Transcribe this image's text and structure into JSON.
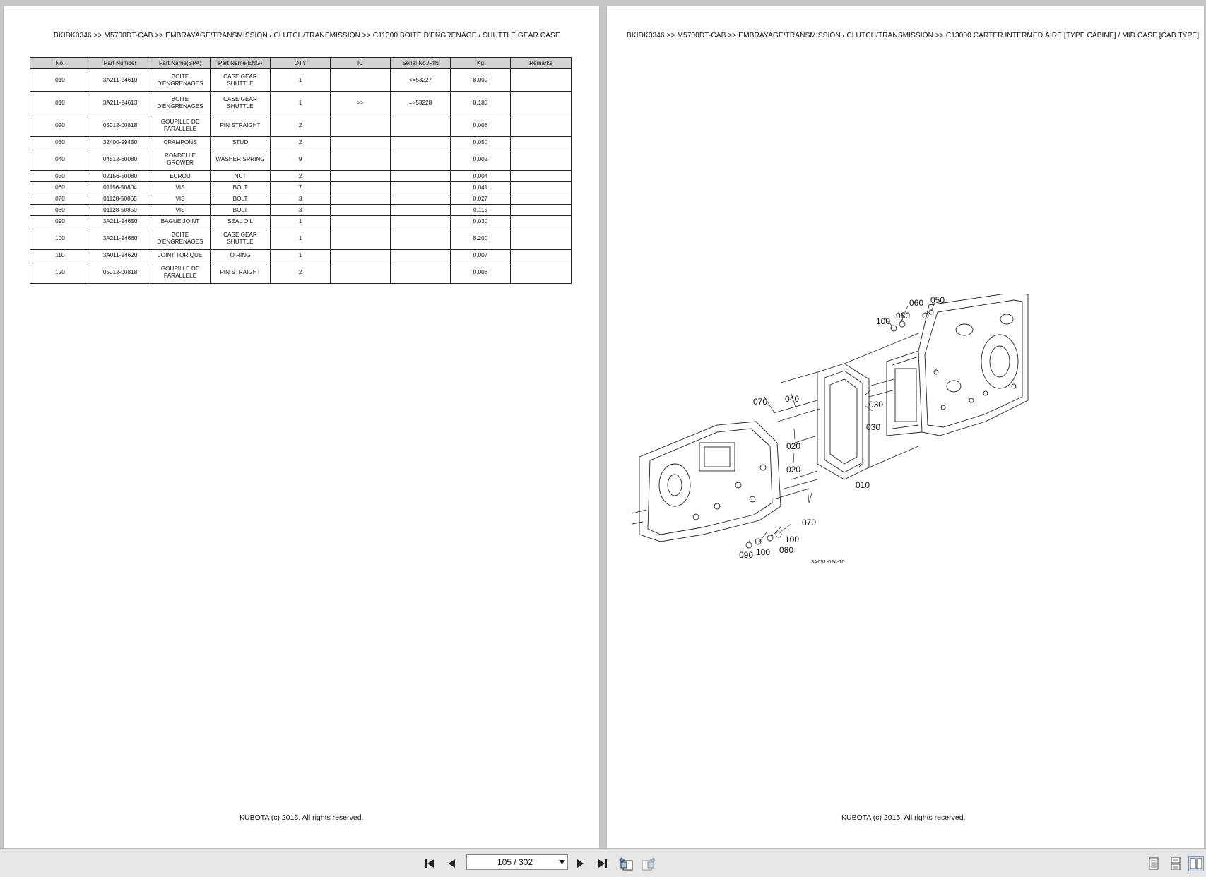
{
  "left_page": {
    "breadcrumb": "BKIDK0346 >> M5700DT-CAB >> EMBRAYAGE/TRANSMISSION / CLUTCH/TRANSMISSION >> C11300   BOITE D'ENGRENAGE / SHUTTLE GEAR CASE",
    "table": {
      "headers": [
        "No.",
        "Part Number",
        "Part Name(SPA)",
        "Part Name(ENG)",
        "QTY",
        "IC",
        "Serial No./PIN",
        "Kg",
        "Remarks"
      ],
      "rows": [
        {
          "no": "010",
          "part_number": "3A211-24610",
          "name_spa": "BOITE D'ENGRENAGES",
          "name_eng": "CASE GEAR SHUTTLE",
          "qty": "1",
          "ic": "",
          "serial": "<=53227",
          "kg": "8.000",
          "remarks": ""
        },
        {
          "no": "010",
          "part_number": "3A211-24613",
          "name_spa": "BOITE D'ENGRENAGES",
          "name_eng": "CASE GEAR SHUTTLE",
          "qty": "1",
          "ic": ">>",
          "serial": "=>53228",
          "kg": "8.180",
          "remarks": ""
        },
        {
          "no": "020",
          "part_number": "05012-00818",
          "name_spa": "GOUPILLE DE PARALLELE",
          "name_eng": "PIN STRAIGHT",
          "qty": "2",
          "ic": "",
          "serial": "",
          "kg": "0.008",
          "remarks": ""
        },
        {
          "no": "030",
          "part_number": "32400-99450",
          "name_spa": "CRAMPONS",
          "name_eng": "STUD",
          "qty": "2",
          "ic": "",
          "serial": "",
          "kg": "0.050",
          "remarks": ""
        },
        {
          "no": "040",
          "part_number": "04512-60080",
          "name_spa": "RONDELLE GROWER",
          "name_eng": "WASHER SPRING",
          "qty": "9",
          "ic": "",
          "serial": "",
          "kg": "0.002",
          "remarks": ""
        },
        {
          "no": "050",
          "part_number": "02156-50080",
          "name_spa": "ECROU",
          "name_eng": "NUT",
          "qty": "2",
          "ic": "",
          "serial": "",
          "kg": "0.004",
          "remarks": ""
        },
        {
          "no": "060",
          "part_number": "01156-50804",
          "name_spa": "VIS",
          "name_eng": "BOLT",
          "qty": "7",
          "ic": "",
          "serial": "",
          "kg": "0.041",
          "remarks": ""
        },
        {
          "no": "070",
          "part_number": "01128-50865",
          "name_spa": "VIS",
          "name_eng": "BOLT",
          "qty": "3",
          "ic": "",
          "serial": "",
          "kg": "0.027",
          "remarks": ""
        },
        {
          "no": "080",
          "part_number": "01128-50850",
          "name_spa": "VIS",
          "name_eng": "BOLT",
          "qty": "3",
          "ic": "",
          "serial": "",
          "kg": "0.115",
          "remarks": ""
        },
        {
          "no": "090",
          "part_number": "3A211-24650",
          "name_spa": "BAGUE JOINT",
          "name_eng": "SEAL OIL",
          "qty": "1",
          "ic": "",
          "serial": "",
          "kg": "0.030",
          "remarks": ""
        },
        {
          "no": "100",
          "part_number": "3A211-24660",
          "name_spa": "BOITE D'ENGRENAGES",
          "name_eng": "CASE GEAR SHUTTLE",
          "qty": "1",
          "ic": "",
          "serial": "",
          "kg": "8.200",
          "remarks": ""
        },
        {
          "no": "110",
          "part_number": "3A011-24620",
          "name_spa": "JOINT TORIQUE",
          "name_eng": "O RING",
          "qty": "1",
          "ic": "",
          "serial": "",
          "kg": "0.007",
          "remarks": ""
        },
        {
          "no": "120",
          "part_number": "05012-00818",
          "name_spa": "GOUPILLE DE PARALLELE",
          "name_eng": "PIN STRAIGHT",
          "qty": "2",
          "ic": "",
          "serial": "",
          "kg": "0.008",
          "remarks": ""
        }
      ]
    },
    "footer": "KUBOTA (c) 2015. All rights reserved."
  },
  "right_page": {
    "breadcrumb": "BKIDK0346 >> M5700DT-CAB >> EMBRAYAGE/TRANSMISSION / CLUTCH/TRANSMISSION >> C13000   CARTER INTERMEDIAIRE [TYPE CABINE] / MID CASE [CAB TYPE]",
    "diagram": {
      "callouts": [
        "060",
        "050",
        "100",
        "080",
        "070",
        "040",
        "030",
        "030",
        "020",
        "020",
        "010",
        "070",
        "100",
        "090",
        "100",
        "080"
      ],
      "figure_code": "3A651-024-10"
    },
    "footer": "KUBOTA (c) 2015. All rights reserved."
  },
  "toolbar": {
    "page_indicator": "105 / 302",
    "icons": [
      "first-page-icon",
      "prev-page-icon",
      "next-page-icon",
      "last-page-icon",
      "previous-view-icon",
      "next-view-icon",
      "single-page-view-icon",
      "continuous-view-icon",
      "two-page-view-icon"
    ]
  }
}
